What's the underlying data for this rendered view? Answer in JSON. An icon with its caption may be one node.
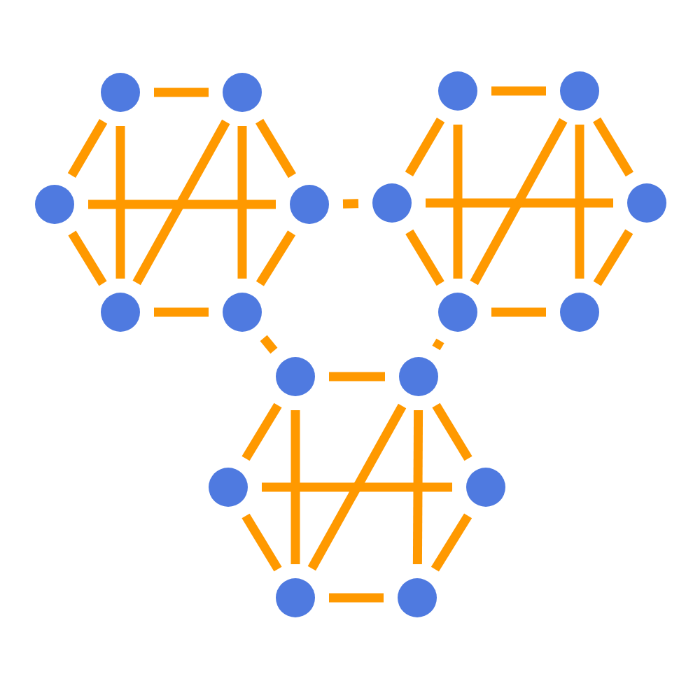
{
  "diagram": {
    "nodes": [
      {
        "text": [],
        "shape": "circle"
      },
      {
        "text": [],
        "shape": "circle"
      },
      {
        "text": [],
        "shape": "circle"
      },
      {
        "text": [],
        "shape": "circle"
      },
      {
        "text": [],
        "shape": "circle"
      },
      {
        "text": [],
        "shape": "circle"
      },
      {
        "text": [],
        "shape": "circle"
      },
      {
        "text": [],
        "shape": "circle"
      },
      {
        "text": [],
        "shape": "circle"
      },
      {
        "text": [],
        "shape": "circle"
      },
      {
        "text": [],
        "shape": "circle"
      },
      {
        "text": [],
        "shape": "circle"
      },
      {
        "text": [],
        "shape": "circle"
      },
      {
        "text": [],
        "shape": "circle"
      },
      {
        "text": [],
        "shape": "circle"
      },
      {
        "text": [],
        "shape": "circle"
      },
      {
        "text": [],
        "shape": "circle"
      },
      {
        "text": [],
        "shape": "circle"
      }
    ],
    "edges": [
      {
        "from": 0,
        "to": 1,
        "arrow": "none"
      },
      {
        "from": 0,
        "to": 4,
        "arrow": "none"
      },
      {
        "from": 4,
        "to": 8,
        "arrow": "none"
      },
      {
        "from": 8,
        "to": 9,
        "arrow": "none"
      },
      {
        "from": 9,
        "to": 5,
        "arrow": "none"
      },
      {
        "from": 5,
        "to": 1,
        "arrow": "none"
      },
      {
        "from": 0,
        "to": 8,
        "arrow": "none"
      },
      {
        "from": 1,
        "to": 9,
        "arrow": "none"
      },
      {
        "from": 4,
        "to": 5,
        "arrow": "none"
      },
      {
        "from": 1,
        "to": 8,
        "arrow": "none"
      },
      {
        "from": 2,
        "to": 3,
        "arrow": "none"
      },
      {
        "from": 2,
        "to": 6,
        "arrow": "none"
      },
      {
        "from": 6,
        "to": 10,
        "arrow": "none"
      },
      {
        "from": 10,
        "to": 11,
        "arrow": "none"
      },
      {
        "from": 11,
        "to": 7,
        "arrow": "none"
      },
      {
        "from": 7,
        "to": 3,
        "arrow": "none"
      },
      {
        "from": 2,
        "to": 10,
        "arrow": "none"
      },
      {
        "from": 3,
        "to": 11,
        "arrow": "none"
      },
      {
        "from": 6,
        "to": 7,
        "arrow": "none"
      },
      {
        "from": 3,
        "to": 10,
        "arrow": "none"
      },
      {
        "from": 12,
        "to": 13,
        "arrow": "none"
      },
      {
        "from": 12,
        "to": 14,
        "arrow": "none"
      },
      {
        "from": 14,
        "to": 16,
        "arrow": "none"
      },
      {
        "from": 16,
        "to": 17,
        "arrow": "none"
      },
      {
        "from": 17,
        "to": 15,
        "arrow": "none"
      },
      {
        "from": 15,
        "to": 13,
        "arrow": "none"
      },
      {
        "from": 12,
        "to": 16,
        "arrow": "none"
      },
      {
        "from": 13,
        "to": 17,
        "arrow": "none"
      },
      {
        "from": 14,
        "to": 15,
        "arrow": "none"
      },
      {
        "from": 13,
        "to": 16,
        "arrow": "none"
      },
      {
        "from": 5,
        "to": 6,
        "arrow": "none"
      },
      {
        "from": 9,
        "to": 12,
        "arrow": "none"
      },
      {
        "from": 10,
        "to": 13,
        "arrow": "none"
      }
    ]
  }
}
